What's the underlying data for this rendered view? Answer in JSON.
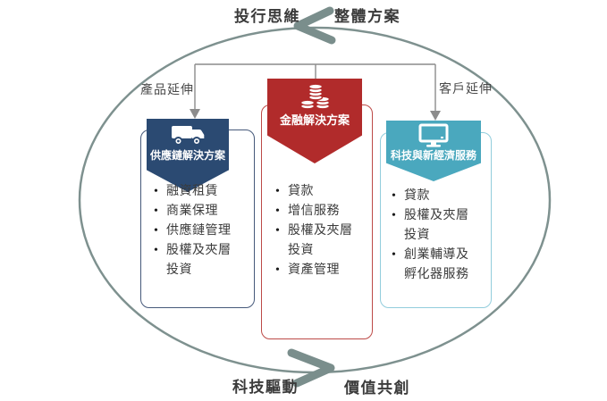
{
  "top_flow": {
    "left_label": "投行思維",
    "right_label": "整體方案",
    "arrow": "left-chevron-arrow"
  },
  "bottom_flow": {
    "left_label": "科技驅動",
    "right_label": "價值共創",
    "arrow": "right-chevron-arrow"
  },
  "branch_labels": {
    "left": "產品延伸",
    "right": "客戶延伸"
  },
  "columns": [
    {
      "title": "供應鏈解決方案",
      "icon": "truck-icon",
      "items": [
        "融資租賃",
        "商業保理",
        "供應鏈管理",
        "股權及夾層投資"
      ]
    },
    {
      "title": "金融解決方案",
      "icon": "coins-icon",
      "items": [
        "貸款",
        "增信服務",
        "股權及夾層投資",
        "資產管理"
      ]
    },
    {
      "title": "科技與新經濟服務",
      "icon": "monitor-icon",
      "items": [
        "貸款",
        "股權及夾層投資",
        "創業輔導及孵化器服務"
      ]
    }
  ],
  "list_bullet": "•",
  "colors": {
    "navy": "#2B4A72",
    "navy-border": "#46597A",
    "red": "#B12B2B",
    "red-border": "#BC4A47",
    "teal": "#4AA8BE",
    "teal-border": "#92CDDC",
    "ellipse": "#7E918F",
    "arrow": "#7A8E8C",
    "connector": "#8C8C8C",
    "text": "#3B3B3B",
    "label": "#4A4A4A"
  }
}
